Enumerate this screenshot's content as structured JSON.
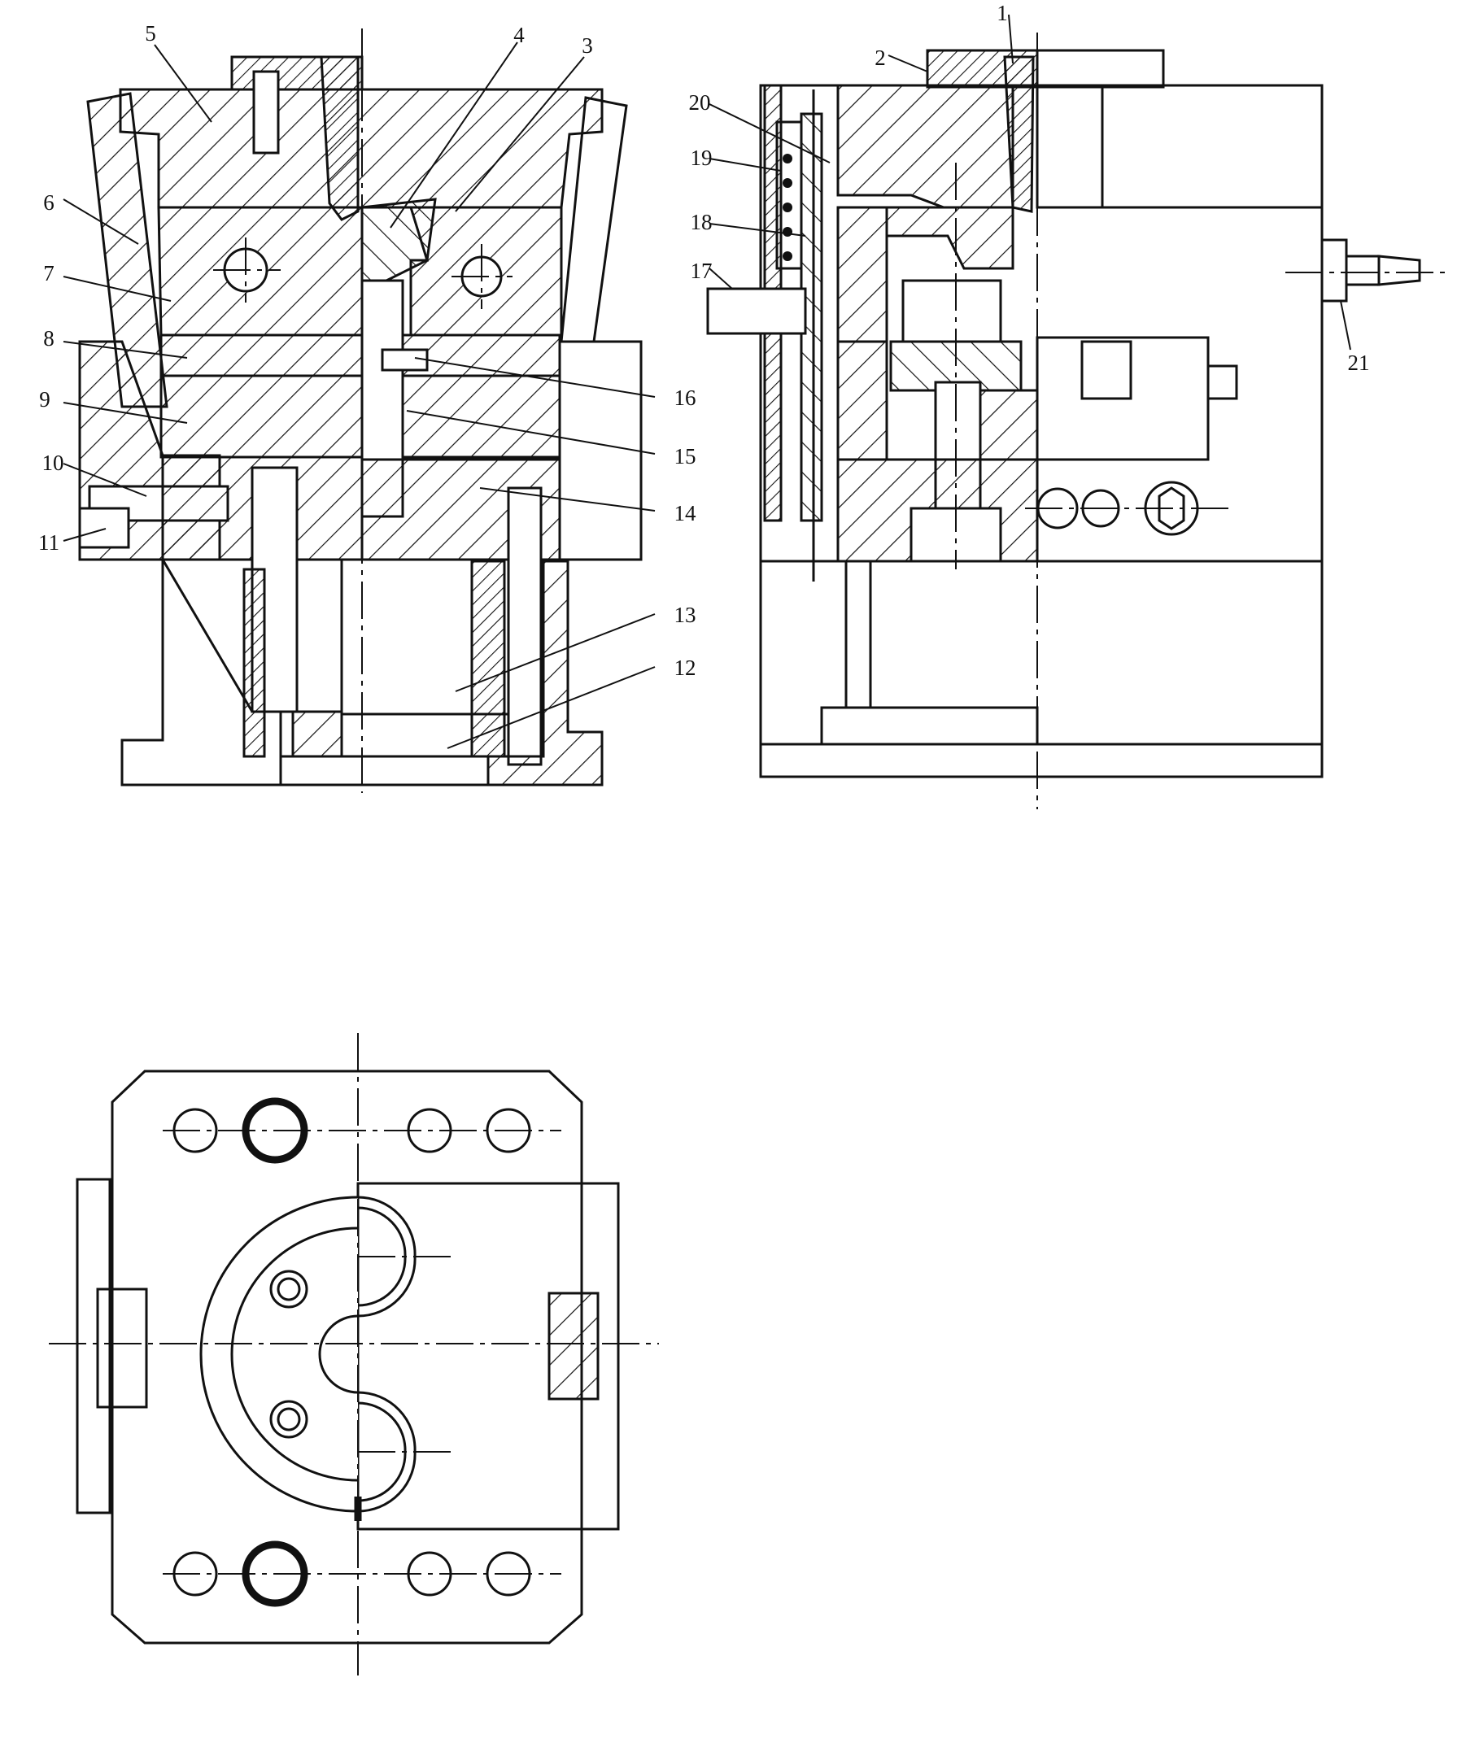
{
  "figure": {
    "callouts": [
      "1",
      "2",
      "3",
      "4",
      "5",
      "6",
      "7",
      "8",
      "9",
      "10",
      "11",
      "12",
      "13",
      "14",
      "15",
      "16",
      "17",
      "18",
      "19",
      "20",
      "21"
    ]
  }
}
